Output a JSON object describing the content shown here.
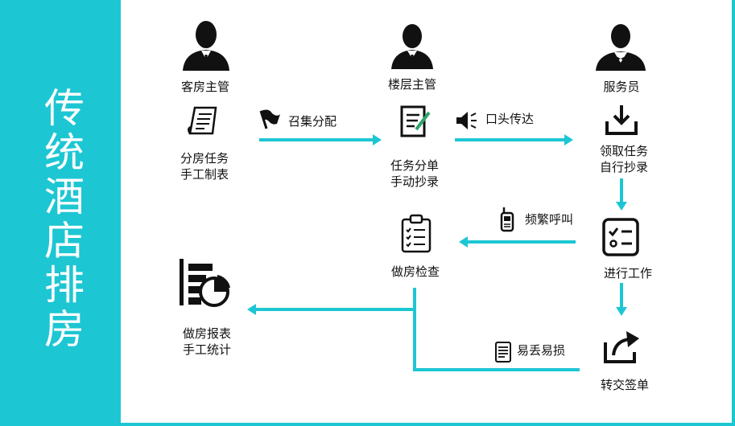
{
  "sidebar": {
    "title": "传统酒店排房"
  },
  "accent_color": "#1dc6d3",
  "roles": {
    "guest_room_supervisor": "客房主管",
    "floor_supervisor": "楼层主管",
    "attendant": "服务员"
  },
  "steps": {
    "assign_tasks": "分房任务\n手工制表",
    "task_sheet": "任务分单\n手动抄录",
    "receive_tasks": "领取任务\n自行抄录",
    "do_work": "进行工作",
    "inspect_room": "做房检查",
    "report_stats": "做房报表\n手工统计",
    "hand_in": "转交签单"
  },
  "annotations": {
    "convene": "召集分配",
    "verbal": "口头传达",
    "frequent_calls": "频繁呼叫",
    "easy_lose": "易丢易损"
  }
}
